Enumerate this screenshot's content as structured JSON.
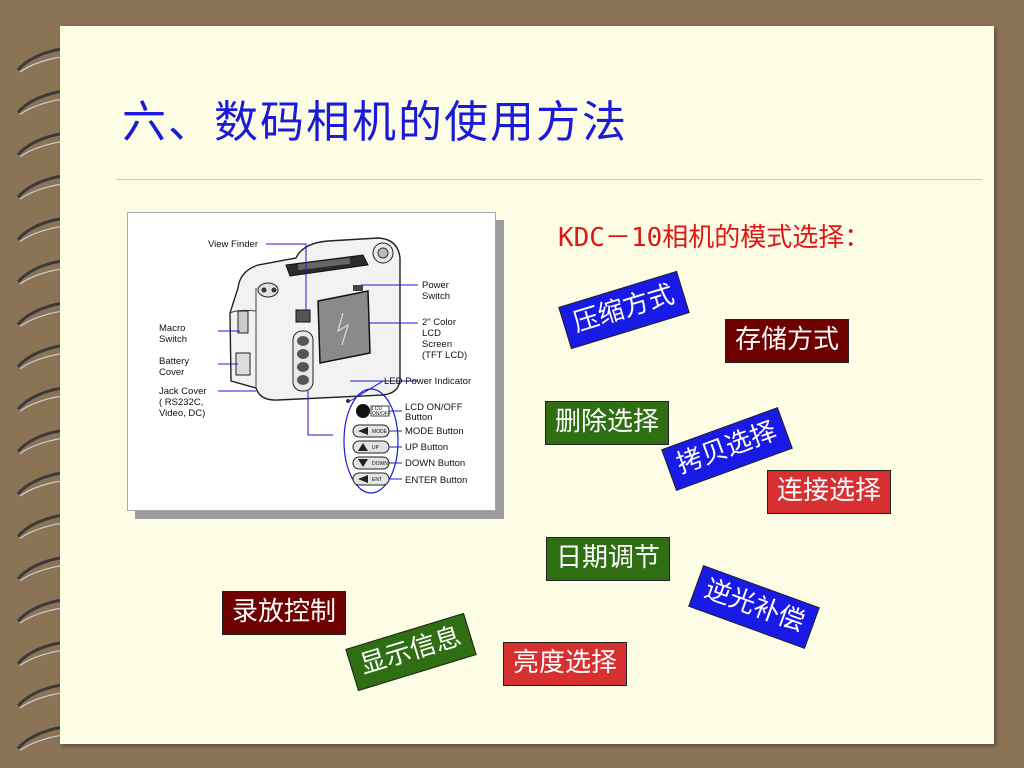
{
  "title": "六、数码相机的使用方法",
  "mode_heading": "KDC－10相机的模式选择：",
  "colors": {
    "title": "#1a1ad8",
    "heading": "#e01515",
    "blue": "#1a1ae6",
    "maroon": "#6e0000",
    "green": "#2f6e12",
    "red": "#d63030"
  },
  "modes": {
    "compression": "压缩方式",
    "storage": "存储方式",
    "delete": "删除选择",
    "copy": "拷贝选择",
    "connect": "连接选择",
    "date": "日期调节",
    "backlight": "逆光补偿",
    "playback": "录放控制",
    "info": "显示信息",
    "brightness": "亮度选择"
  },
  "camera_labels": {
    "view_finder": "View Finder",
    "power_switch_1": "Power",
    "power_switch_2": "Switch",
    "lcd_1": "2\" Color",
    "lcd_2": "LCD",
    "lcd_3": "Screen",
    "lcd_4": "(TFT LCD)",
    "macro_1": "Macro",
    "macro_2": "Switch",
    "battery_1": "Battery",
    "battery_2": "Cover",
    "jack_1": "Jack Cover",
    "jack_2": "( RS232C,",
    "jack_3": "Video, DC)",
    "led_indicator": "LED Power Indicator",
    "lcd_onoff_1": "LCD ON/OFF",
    "lcd_onoff_2": "Button",
    "mode_button": "MODE Button",
    "up_button": "UP Button",
    "down_button": "DOWN Button",
    "enter_button": "ENTER Button",
    "btn_lcd": "LCD",
    "btn_onoff": "ON/OFF",
    "btn_mode": "MODE",
    "btn_up": "UP",
    "btn_down": "DOWN",
    "btn_enter": "ENT"
  }
}
